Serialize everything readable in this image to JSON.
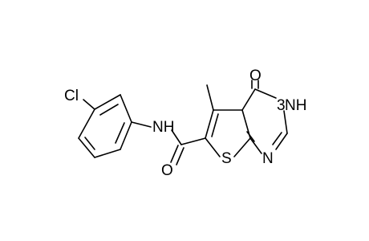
{
  "molecule": {
    "atom_labels": {
      "chlorine": "Cl",
      "amide_nh": "NH",
      "carbonyl_o_amide": "O",
      "thiophene_s": "S",
      "pyrimidinone_o": "O",
      "ring_nh": "NH",
      "ring_n": "N",
      "ring_nh_digit": "3"
    },
    "colors": {
      "bond": "#000000",
      "label": "#000000",
      "background": "#ffffff"
    }
  }
}
